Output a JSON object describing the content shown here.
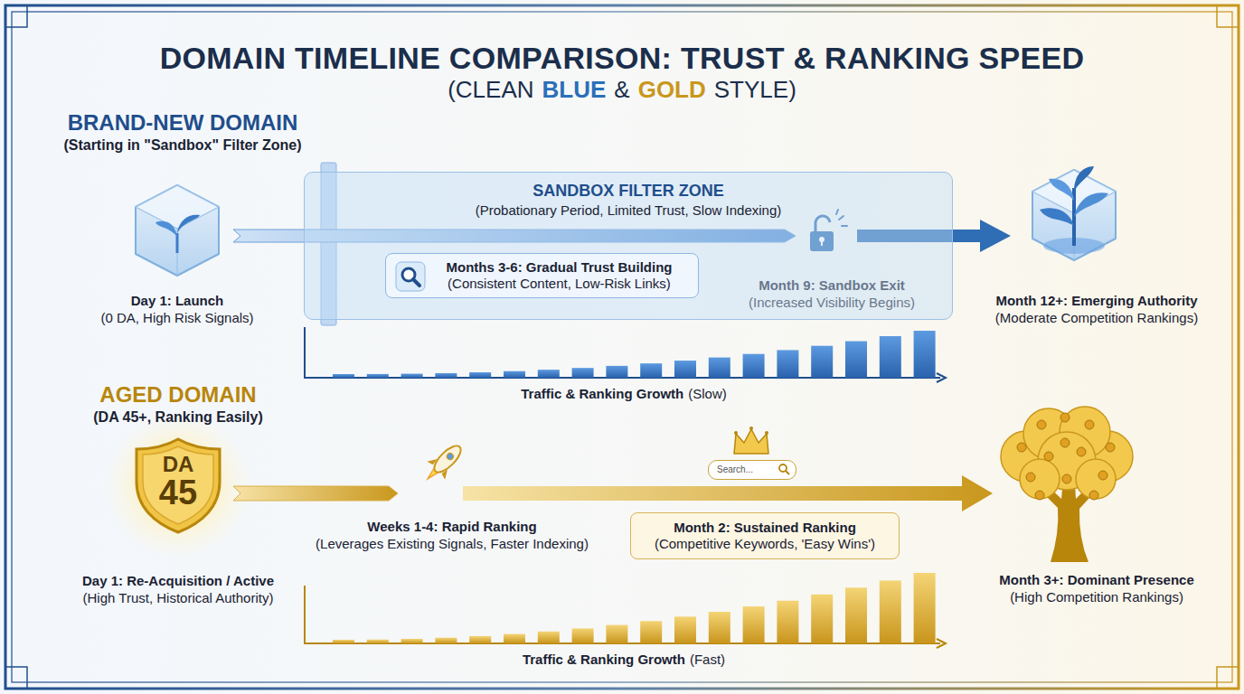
{
  "diagram": {
    "title": "DOMAIN TIMELINE COMPARISON: TRUST & RANKING SPEED",
    "nodes": [
      {
        "text": [
          "SANDBOX FILTER ZONE",
          "(Probationary Period, Limited Trust, Slow Indexing)"
        ]
      },
      {
        "text": [
          "Months 3-6: Gradual Trust Building",
          "(Consistent Content, Low-Risk Links)"
        ],
        "in": 0
      },
      {
        "text": [
          "DA",
          "45"
        ]
      },
      {
        "text": [
          "Search..."
        ]
      },
      {
        "text": [
          "Month 2: Sustained Ranking",
          "(Competitive Keywords, 'Easy Wins')"
        ]
      }
    ],
    "labels": [
      "(CLEAN",
      "BLUE",
      "&",
      "GOLD",
      "STYLE)",
      "BRAND-NEW DOMAIN",
      "(Starting in \"Sandbox\" Filter Zone)",
      "Day 1: Launch",
      "(0 DA, High Risk Signals)",
      "Month 9: Sandbox Exit",
      "(Increased Visibility Begins)",
      "Month 12+: Emerging Authority",
      "(Moderate Competition Rankings)",
      "Traffic & Ranking Growth",
      "(Slow)",
      "AGED DOMAIN",
      "(DA 45+, Ranking Easily)",
      "Weeks 1-4: Rapid Ranking",
      "(Leverages Existing Signals, Faster Indexing)",
      "Day 1: Re-Acquisition / Active",
      "(High Trust, Historical Authority)",
      "Month 3+: Dominant Presence",
      "(High Competition Rankings)",
      "Traffic & Ranking Growth",
      "(Fast)"
    ]
  }
}
